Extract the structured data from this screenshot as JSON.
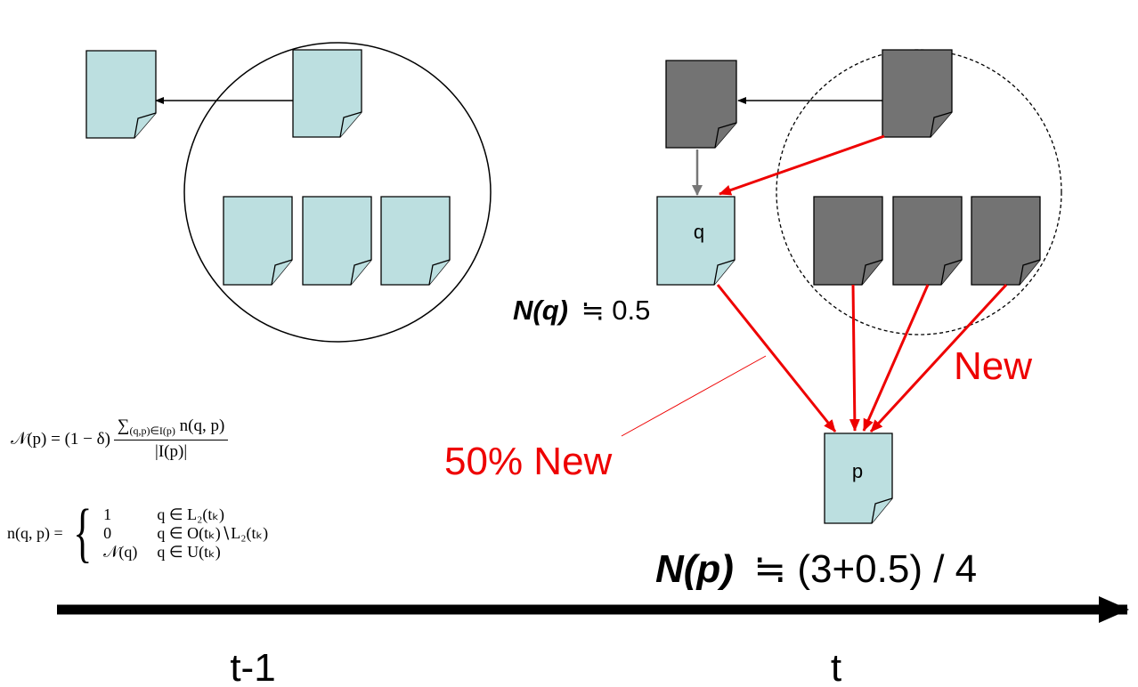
{
  "labels": {
    "q": "q",
    "p": "p",
    "nq_label": "N(q)",
    "nq_value": "≒ 0.5",
    "np_label": "N(p)",
    "np_value": "≒ (3+0.5) / 4",
    "new": "New",
    "fifty_new": "50% New",
    "time_prev": "t-1",
    "time_now": "t"
  },
  "formula1": {
    "lhs": "𝒩(p) = (1 − δ)",
    "numerator": "∑",
    "num_sub": "(q,p)∈I(p)",
    "num_rest": " n(q, p)",
    "denominator": "|I(p)|"
  },
  "formula2": {
    "lhs": "n(q, p) =",
    "cases": [
      {
        "value": "1",
        "condition": "q ∈ L₂(tₖ)"
      },
      {
        "value": "0",
        "condition": "q ∈ O(tₖ)∖L₂(tₖ)"
      },
      {
        "value": "𝒩(q)",
        "condition": "q ∈ U(tₖ)"
      }
    ]
  },
  "colors": {
    "light_doc": "#bcdfe0",
    "dark_doc": "#737373",
    "red": "#ee0000",
    "gray_arrow": "#777777"
  }
}
